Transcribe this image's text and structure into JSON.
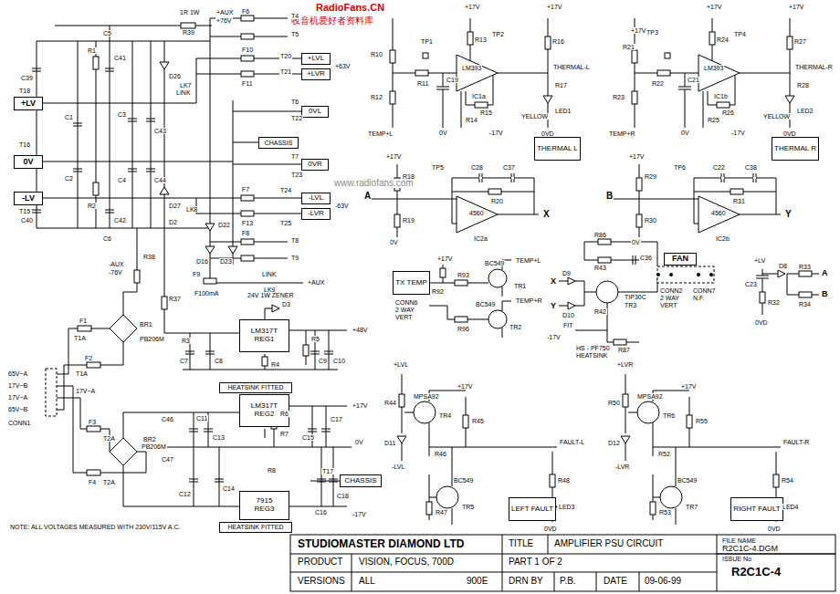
{
  "diagram": {
    "nodes": [
      {
        "text": [
          "+LV"
        ]
      },
      {
        "text": [
          "0V"
        ]
      },
      {
        "text": [
          "-LV"
        ]
      },
      {
        "text": [
          "+LVL"
        ]
      },
      {
        "text": [
          "+LVR"
        ]
      },
      {
        "text": [
          "0VL"
        ]
      },
      {
        "text": [
          "CHASSIS"
        ]
      },
      {
        "text": [
          "0VR"
        ]
      },
      {
        "text": [
          "-LVL"
        ]
      },
      {
        "text": [
          "-LVR"
        ]
      },
      {
        "text": [
          "THERMAL L"
        ]
      },
      {
        "text": [
          "THERMAL R"
        ]
      },
      {
        "text": [
          "TX TEMP"
        ]
      },
      {
        "text": [
          "FAN"
        ]
      },
      {
        "text": [
          "LM317T",
          "REG1"
        ]
      },
      {
        "text": [
          "HEATSINK FITTED"
        ]
      },
      {
        "text": [
          "LM317T",
          "REG2"
        ]
      },
      {
        "text": [
          "CHASSIS"
        ]
      },
      {
        "text": [
          "7915",
          "REG3"
        ]
      },
      {
        "text": [
          "HEATSINK FITTED"
        ]
      },
      {
        "text": [
          "LEFT FAULT"
        ]
      },
      {
        "text": [
          "RIGHT FAULT"
        ]
      }
    ],
    "labels": [
      "RadioFans.CN",
      "收音机爱好者资料库",
      "www.radiofans.com",
      "C5",
      "R39",
      "1R 1W",
      "+AUX",
      "+76V",
      "T4",
      "T5",
      "F6",
      "F10",
      "F11",
      "T20",
      "T21",
      "+63V",
      "C39",
      "R1",
      "C41",
      "D26",
      "LK7",
      "LINK",
      "C1",
      "C3",
      "C43",
      "T6",
      "T22",
      "T18",
      "T16",
      "T15",
      "C2",
      "C4",
      "C44",
      "R2",
      "C40",
      "C42",
      "D27",
      "LK8",
      "T7",
      "T23",
      "F7",
      "F13",
      "T24",
      "T25",
      "-63V",
      "C6",
      "D2",
      "-AUX",
      "-76V",
      "R38",
      "D22",
      "D16",
      "D23",
      "F8",
      "T8",
      "T9",
      "LINK",
      "LK9",
      "+AUX",
      "F9",
      "F100mA",
      "D3",
      "24V 1W ZENER",
      "F1",
      "T1A",
      "BR1",
      "PB206M",
      "R37",
      "F2",
      "T1A",
      "R3",
      "C7",
      "C8",
      "+48V",
      "R4",
      "R5",
      "C9",
      "C10",
      "65V~A",
      "17V~B",
      "17V~A",
      "65V~B",
      "CONN1",
      "17V~A",
      "F3",
      "T2A",
      "F4",
      "T2A",
      "BR2",
      "PB206M",
      "C46",
      "C47",
      "C11",
      "C13",
      "R6",
      "R7",
      "C15",
      "C17",
      "+17V",
      "0V",
      "T17",
      "C12",
      "C14",
      "R8",
      "C16",
      "C18",
      "-17V",
      "NOTE: ALL VOLTAGES MEASURED WITH 230V/115V A.C.",
      "+17V",
      "R13",
      "TP2",
      "+17V",
      "R16",
      "THERMAL-L",
      "LM393",
      "IC1a",
      "TP1",
      "R10",
      "R11",
      "C19",
      "R12",
      "R15",
      "R14",
      "R17",
      "YELLOW",
      "LED1",
      "0V",
      "-17V",
      "0VD",
      "TEMP+L",
      "+17V",
      "C28",
      "C37",
      "R20",
      "TP5",
      "R18",
      "A",
      "R19",
      "0V",
      "4560",
      "IC2a",
      "X",
      "+17V",
      "R21",
      "TP3",
      "+17V",
      "R24",
      "TP4",
      "+17V",
      "R27",
      "THERMAL-R",
      "LM393",
      "IC1b",
      "R22",
      "C21",
      "R23",
      "R26",
      "R25",
      "R28",
      "YELLOW",
      "LED2",
      "0V",
      "0VD",
      "TEMP+R",
      "-17V",
      "C22",
      "C38",
      "R31",
      "TP6",
      "+17V",
      "R29",
      "B",
      "R30",
      "0V",
      "4560",
      "IC2b",
      "Y",
      "+17V",
      "R92",
      "R93",
      "BC549",
      "TR1",
      "TEMP+L",
      "TEMP+R",
      "R96",
      "BC549",
      "TR2",
      "CONN6",
      "2 WAY",
      "VERT",
      "R86",
      "R43",
      "C36",
      "TIP30C",
      "TR3",
      "FIT",
      "HS - PF750",
      "HEATSINK",
      "R42",
      "R87",
      "-17V",
      "D9",
      "D10",
      "X",
      "Y",
      "CONN2",
      "2 WAY",
      "VERT",
      "CONN7",
      "N.F.",
      "+LV",
      "C23",
      "R32",
      "0VD",
      "D8",
      "R33",
      "R34",
      "A",
      "B",
      "+LVL",
      "R44",
      "MPSA92",
      "TR4",
      "+17V",
      "R45",
      "D11",
      "-LVL",
      "R46",
      "BC549",
      "R47",
      "TR5",
      "FAULT-L",
      "R48",
      "LED3",
      "0VD",
      "+LVR",
      "R50",
      "MPSA92",
      "TR6",
      "+17V",
      "R55",
      "D12",
      "-LVR",
      "R52",
      "BC549",
      "R53",
      "TR7",
      "FAULT-R",
      "R54",
      "LED4",
      "0VD",
      "STUDIOMASTER DIAMOND LTD",
      "TITLE",
      "AMPLIFIER PSU CIRCUIT",
      "FILE NAME",
      "R2C1C-4.DGM",
      "PRODUCT",
      "VISION, FOCUS, 700D",
      "PART 1 OF 2",
      "ISSUE No",
      "R2C1C-4",
      "VERSIONS",
      "ALL",
      "900E",
      "DRN BY",
      "P.B.",
      "DATE",
      "09-06-99"
    ]
  }
}
